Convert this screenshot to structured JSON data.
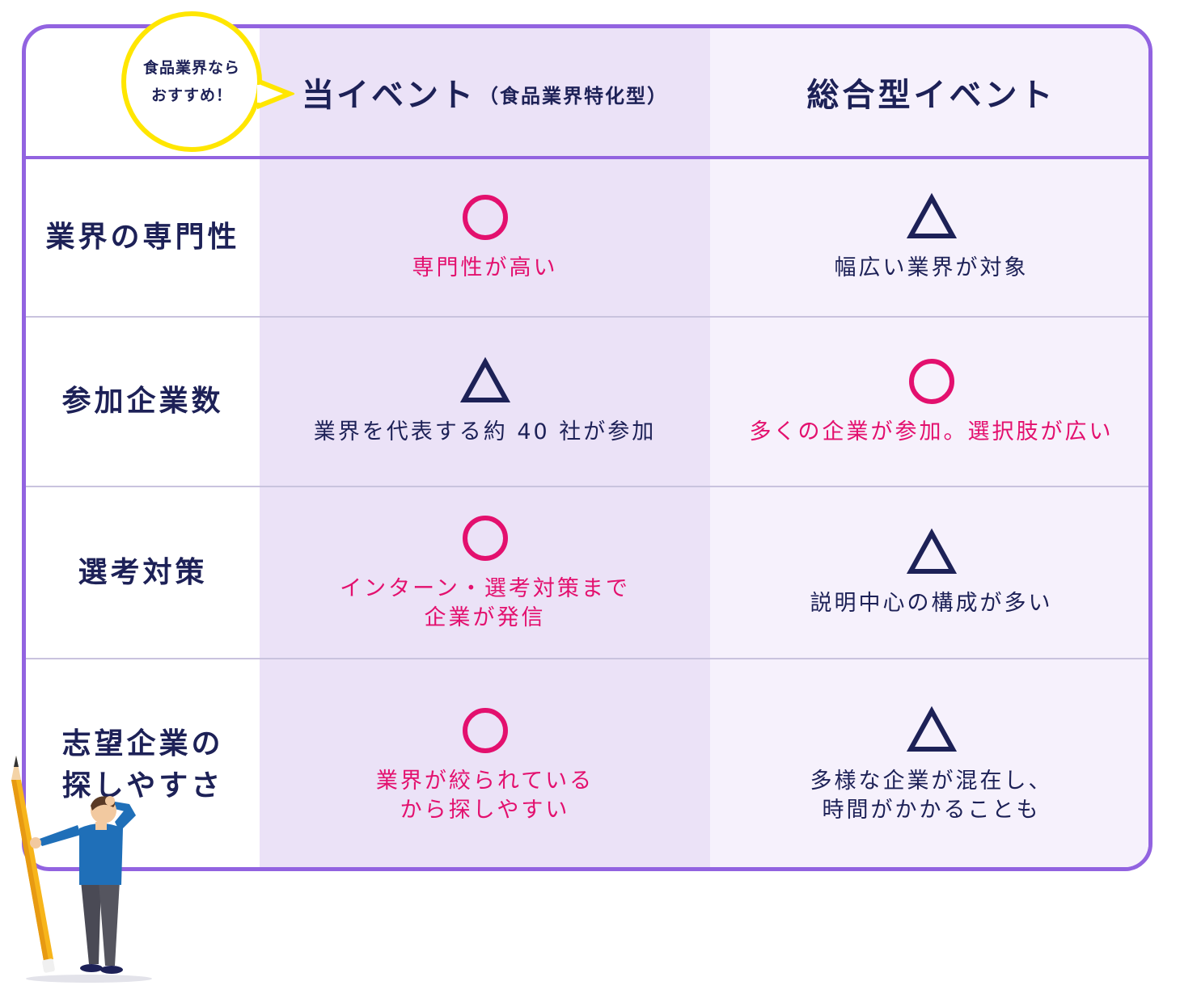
{
  "badge": {
    "line1": "食品業界なら",
    "line2": "おすすめ！"
  },
  "headers": {
    "ours_title": "当イベント",
    "ours_sub": "（食品業界特化型）",
    "general_title": "総合型イベント"
  },
  "rows": [
    {
      "label": "業界の専門性",
      "ours": {
        "mark": "circle",
        "text": "専門性が高い",
        "tone": "pink"
      },
      "general": {
        "mark": "triangle",
        "text": "幅広い業界が対象",
        "tone": "navy"
      }
    },
    {
      "label": "参加企業数",
      "ours": {
        "mark": "triangle",
        "text": "業界を代表する約 40 社が参加",
        "tone": "navy"
      },
      "general": {
        "mark": "circle",
        "text": "多くの企業が参加。選択肢が広い",
        "tone": "pink"
      }
    },
    {
      "label": "選考対策",
      "ours": {
        "mark": "circle",
        "text": "インターン・選考対策まで\n企業が発信",
        "tone": "pink"
      },
      "general": {
        "mark": "triangle",
        "text": "説明中心の構成が多い",
        "tone": "navy"
      }
    },
    {
      "label": "志望企業の\n探しやすさ",
      "ours": {
        "mark": "circle",
        "text": "業界が絞られている\nから探しやすい",
        "tone": "pink"
      },
      "general": {
        "mark": "triangle",
        "text": "多様な企業が混在し、\n時間がかかることも",
        "tone": "navy"
      }
    }
  ],
  "colors": {
    "frame": "#9263e0",
    "ours_column": "#ebe2f7",
    "general_column": "#f6f1fc",
    "navy": "#1d2157",
    "pink": "#e3106e",
    "badge_border": "#ffe600"
  },
  "icons": {
    "circle_mark": "circle-mark-icon",
    "triangle_mark": "triangle-mark-icon",
    "illustration": "person-with-pencil-illustration"
  }
}
